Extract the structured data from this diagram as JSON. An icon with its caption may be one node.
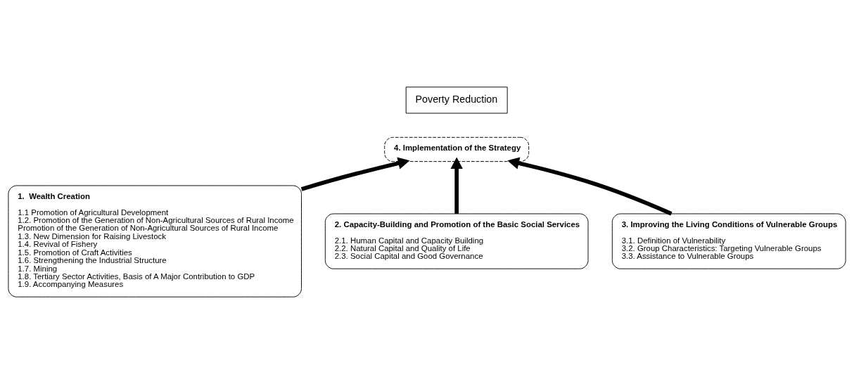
{
  "diagram": {
    "nodes": [
      {
        "text": [
          "Poverty Reduction"
        ]
      },
      {
        "text": [
          "4. Implementation of the Strategy"
        ]
      },
      {
        "text": [
          "1.  Wealth Creation",
          "1.1 Promotion of Agricultural Development",
          "1.2. Promotion of the Generation of Non-Agricultural Sources of Rural Income",
          "Promotion of the Generation of Non-Agricultural Sources of Rural Income",
          "1.3. New Dimension for Raising Livestock",
          "1.4. Revival of Fishery",
          "1.5. Promotion of Craft Activities",
          "1.6. Strengthening the Industrial Structure",
          "1.7. Mining",
          "1.8. Tertiary Sector Activities, Basis of A Major Contribution to GDP",
          "1.9. Accompanying Measures"
        ]
      },
      {
        "text": [
          "2. Capacity-Building and Promotion of the Basic Social Services",
          "2.1. Human Capital and Capacity Building",
          "2.2. Natural Capital and Quality of Life",
          "2.3. Social Capital and Good Governance"
        ]
      },
      {
        "text": [
          "3. Improving the Living Conditions of Vulnerable Groups",
          "3.1. Definition of Vulnerability",
          "3.2. Group Characteristics: Targeting Vulnerable Groups",
          "3.3. Assistance to Vulnerable Groups"
        ]
      }
    ],
    "edges": [
      {
        "from": 2,
        "to": 1,
        "arrow": "to"
      },
      {
        "from": 3,
        "to": 1,
        "arrow": "to"
      },
      {
        "from": 4,
        "to": 1,
        "arrow": "to"
      }
    ]
  }
}
